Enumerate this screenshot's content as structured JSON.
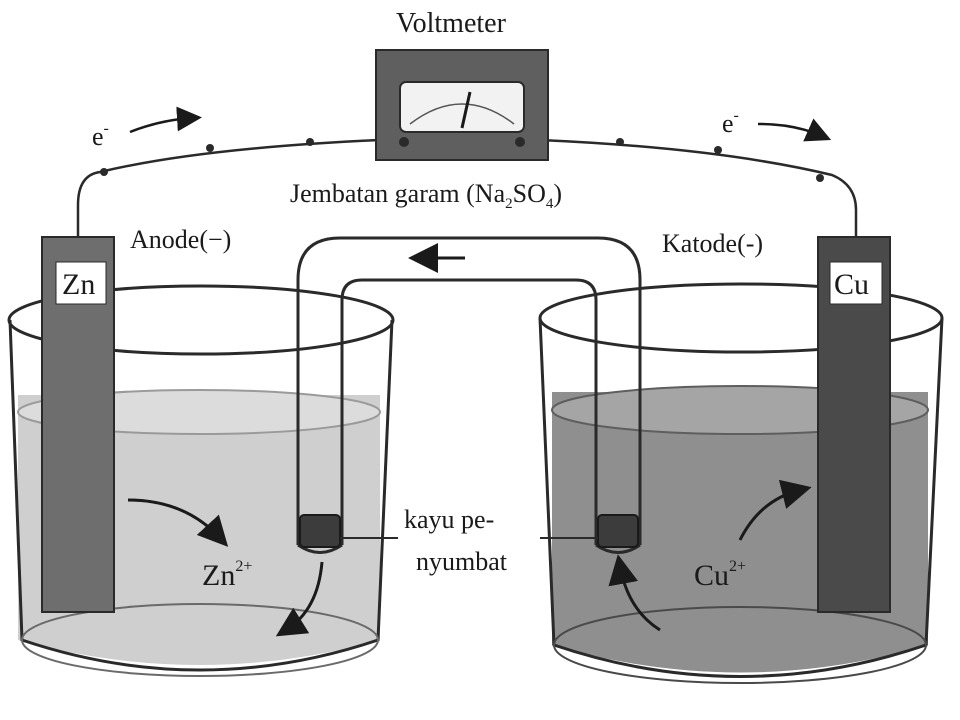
{
  "voltmeter": {
    "label": "Voltmeter"
  },
  "electron_left": {
    "symbol": "e",
    "charge": "-"
  },
  "electron_right": {
    "symbol": "e",
    "charge": "-"
  },
  "salt_bridge": {
    "label_main": "Jembatan garam (Na",
    "sub1": "2",
    "label_mid": "SO",
    "sub2": "4",
    "label_end": ")"
  },
  "anode": {
    "label": "Anode(−)",
    "electrode": "Zn",
    "ion": "Zn",
    "ion_charge": "2+"
  },
  "cathode": {
    "label": "Katode(-)",
    "electrode": "Cu",
    "ion": "Cu",
    "ion_charge": "2+"
  },
  "plug": {
    "line1": "kayu pe-",
    "line2": "nyumbat"
  },
  "colors": {
    "outline": "#2a2a2a",
    "solution_left": "#c9c9c9",
    "solution_right": "#8f8f8f",
    "zinc_electrode": "#6e6e6e",
    "copper_electrode": "#4a4a4a",
    "meter_body": "#5f5f5f",
    "plug": "#3c3c3c"
  }
}
